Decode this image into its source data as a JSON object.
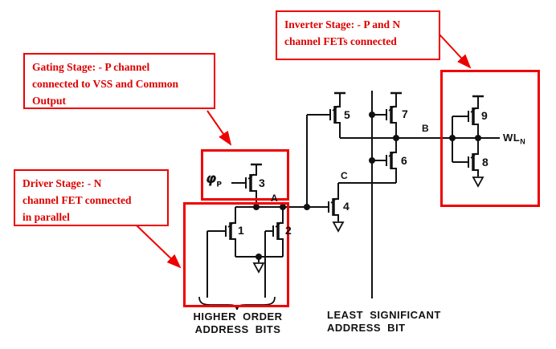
{
  "annotations": {
    "inverter": {
      "lines": [
        "Inverter Stage: - P and N",
        "channel FETs connected"
      ]
    },
    "gating": {
      "lines": [
        "Gating Stage: - P channel",
        "connected to VSS and Common",
        "Output"
      ]
    },
    "driver": {
      "lines": [
        "Driver Stage: - N",
        "channel FET connected",
        "in parallel"
      ]
    }
  },
  "circuit": {
    "transistors": [
      "1",
      "2",
      "3",
      "4",
      "5",
      "6",
      "7",
      "8",
      "9"
    ],
    "nodes": {
      "a": "A",
      "b": "B",
      "c": "C"
    },
    "phi": {
      "symbol": "φ",
      "sub": "P"
    },
    "wordline": {
      "main": "WL",
      "sub": "N"
    },
    "captions": {
      "higher_order": [
        "HIGHER ORDER",
        "ADDRESS BITS"
      ],
      "least_significant": [
        "LEAST SIGNIFICANT",
        "ADDRESS BIT"
      ]
    }
  },
  "colors": {
    "annotation_red": "#ee0000",
    "ink": "#111111",
    "background": "#ffffff"
  }
}
